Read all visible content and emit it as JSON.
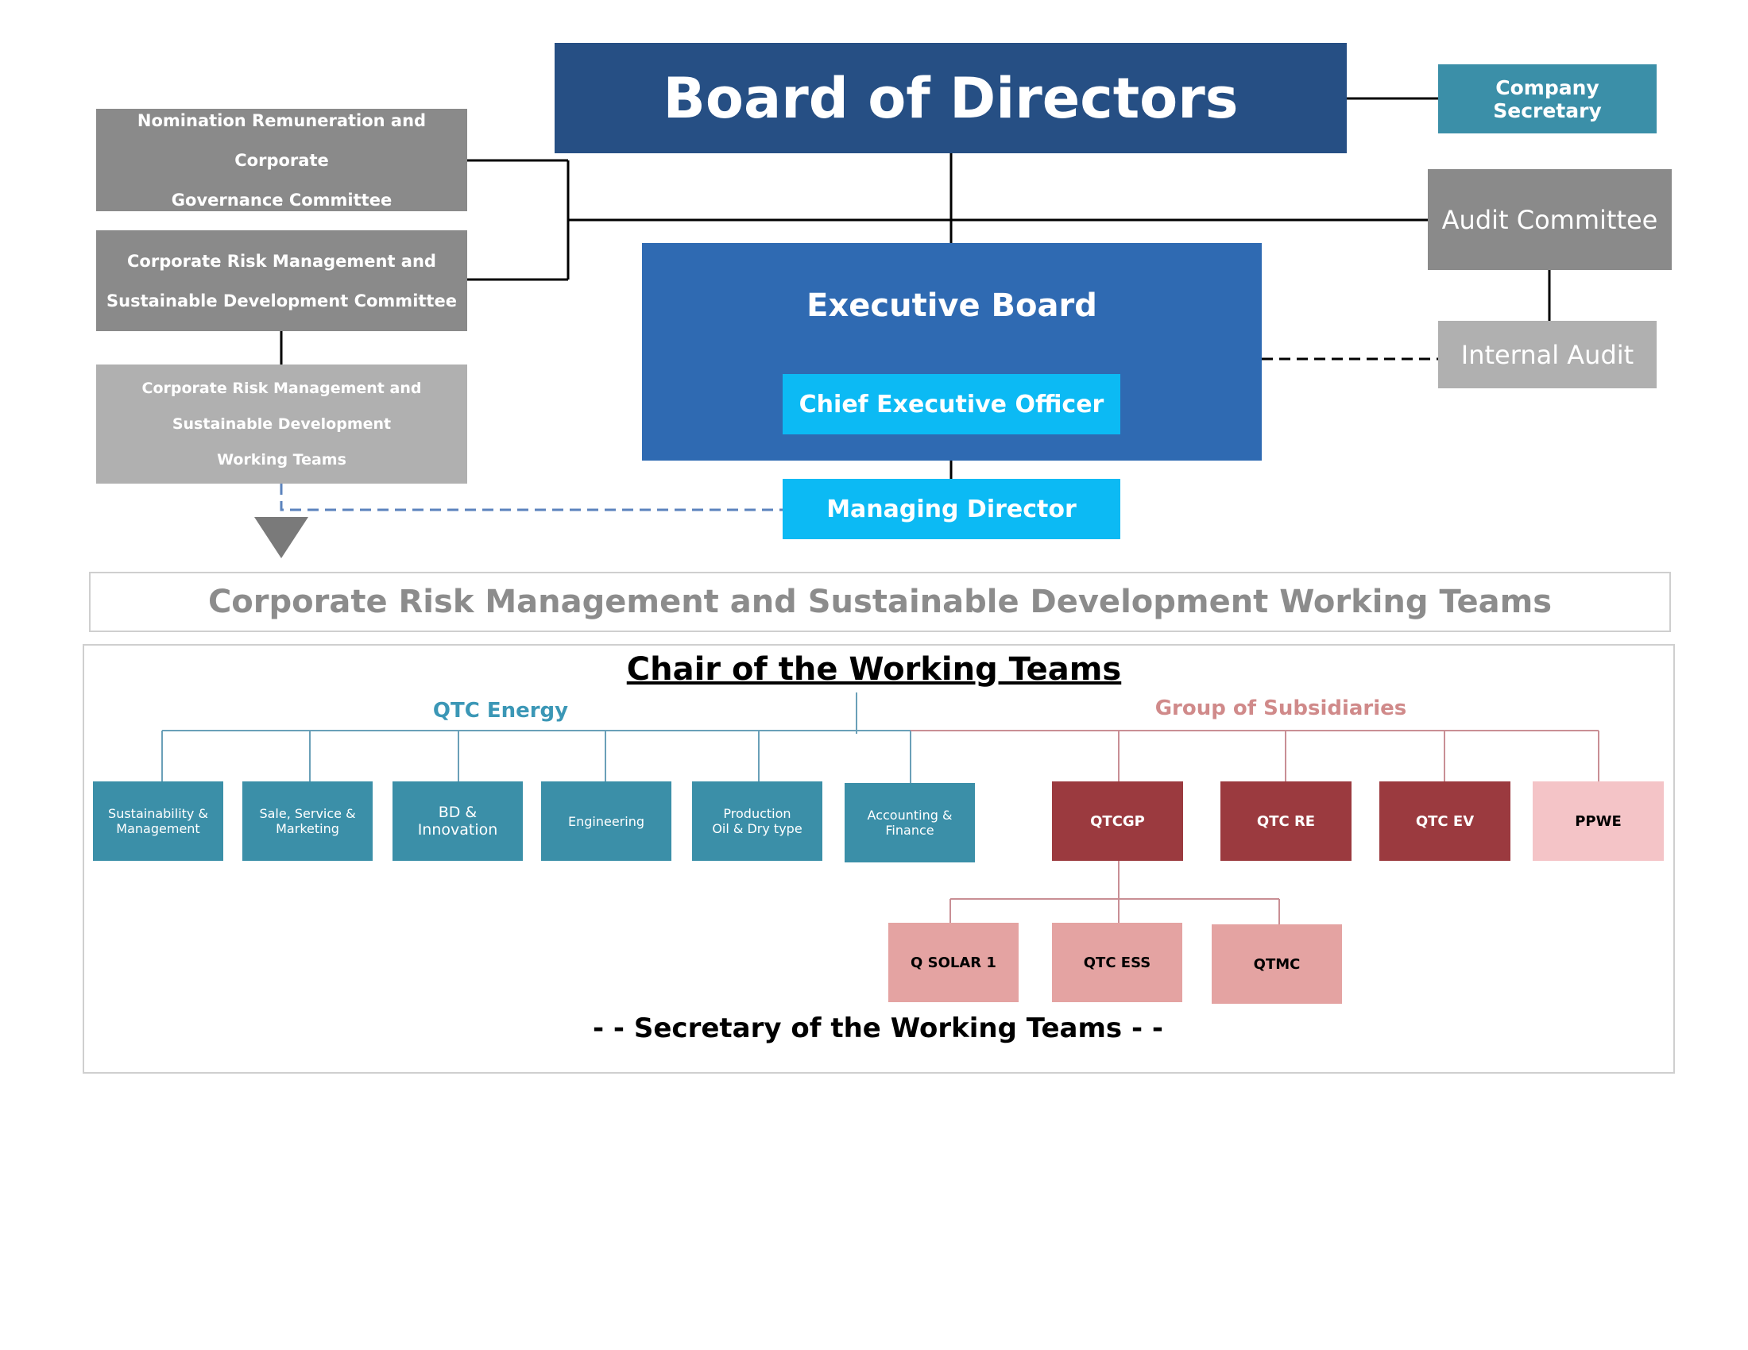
{
  "colors": {
    "board": "#264f84",
    "executive": "#2f6ab2",
    "cyan": "#0cbaf4",
    "teal": "#3b8fa8",
    "gray_dark": "#8a8a8a",
    "gray_light": "#b0b0b0",
    "qtc_energy": "#3b97b6",
    "subsidiaries": "#d08a8a",
    "maroon": "#9b3a3f",
    "pink_light": "#f4c4c7",
    "pink_mid": "#e4a3a2",
    "connector": "#000000",
    "dashed_blue": "#5b83bd",
    "triangle": "#7a7a7a"
  },
  "top": {
    "board_of_directors": "Board of Directors",
    "company_secretary": "Company Secretary",
    "audit_committee": "Audit Committee",
    "internal_audit": "Internal Audit",
    "nomination_committee": "Nomination Remuneration and Corporate\nGovernance Committee",
    "risk_committee": "Corporate Risk Management and\nSustainable Development  Committee",
    "risk_working_teams": "Corporate Risk Management and\nSustainable Development\nWorking Teams",
    "executive_board": "Executive Board",
    "ceo": "Chief Executive Officer",
    "managing_director": "Managing Director"
  },
  "working_teams": {
    "banner": "Corporate Risk Management and Sustainable Development  Working Teams",
    "chair": "Chair of the Working Teams",
    "qtc_energy_label": "QTC Energy",
    "subsidiaries_label": "Group of Subsidiaries",
    "energy_teams": [
      "Sustainability &\nManagement",
      "Sale, Service &\nMarketing",
      "BD &\nInnovation",
      "Engineering",
      "Production\nOil & Dry type",
      "Accounting &\nFinance"
    ],
    "subsidiaries": [
      "QTCGP",
      "QTC RE",
      "QTC EV",
      "PPWE"
    ],
    "qtcgp_children": [
      "Q SOLAR 1",
      "QTC ESS",
      "QTMC"
    ],
    "secretary": "- - Secretary of the Working Teams - -"
  }
}
